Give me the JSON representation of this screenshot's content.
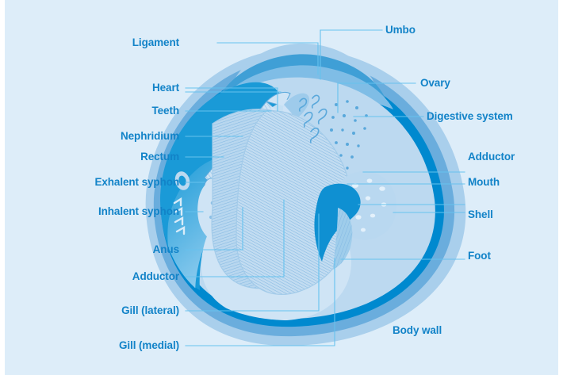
{
  "diagram": {
    "title": "Bivalve (clam) internal anatomy",
    "background_color": "#ddedf9",
    "label_color": "#1283c8",
    "leader_color": "#66c2ee",
    "palette": {
      "shell_outer": "#a9cfec",
      "shell_band": "#6aaddd",
      "shell_rim": "#0089cf",
      "mantle": "#1a9ad7",
      "body_light": "#bcd9f0",
      "body_pale": "#d3e7f7",
      "organ_pale": "#cfe4f5",
      "dark_accent": "#0b7dc4"
    },
    "labels_left": [
      {
        "id": "ligament",
        "text": "Ligament"
      },
      {
        "id": "heart",
        "text": "Heart"
      },
      {
        "id": "teeth",
        "text": "Teeth"
      },
      {
        "id": "nephridium",
        "text": "Nephridium"
      },
      {
        "id": "rectum",
        "text": "Rectum"
      },
      {
        "id": "exhalent-syphon",
        "text": "Exhalent syphon"
      },
      {
        "id": "inhalent-syphon",
        "text": "Inhalent syphon"
      },
      {
        "id": "anus",
        "text": "Anus"
      },
      {
        "id": "adductor-left",
        "text": "Adductor"
      },
      {
        "id": "gill-lateral",
        "text": "Gill (lateral)"
      },
      {
        "id": "gill-medial",
        "text": "Gill (medial)"
      }
    ],
    "labels_right": [
      {
        "id": "umbo",
        "text": "Umbo"
      },
      {
        "id": "ovary",
        "text": "Ovary"
      },
      {
        "id": "digestive-system",
        "text": "Digestive system"
      },
      {
        "id": "adductor-right",
        "text": "Adductor"
      },
      {
        "id": "mouth",
        "text": "Mouth"
      },
      {
        "id": "shell",
        "text": "Shell"
      },
      {
        "id": "foot",
        "text": "Foot"
      },
      {
        "id": "body-wall",
        "text": "Body wall"
      }
    ]
  }
}
